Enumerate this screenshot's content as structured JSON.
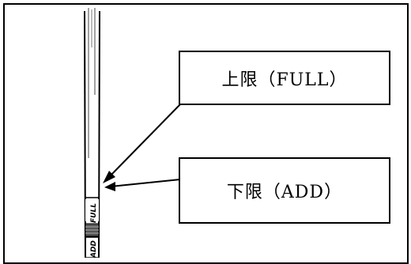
{
  "callouts": {
    "upper_limit": "上限（FULL）",
    "lower_limit": "下限（ADD）"
  },
  "gauge": {
    "full_mark": "FULL",
    "add_mark": "ADD"
  }
}
